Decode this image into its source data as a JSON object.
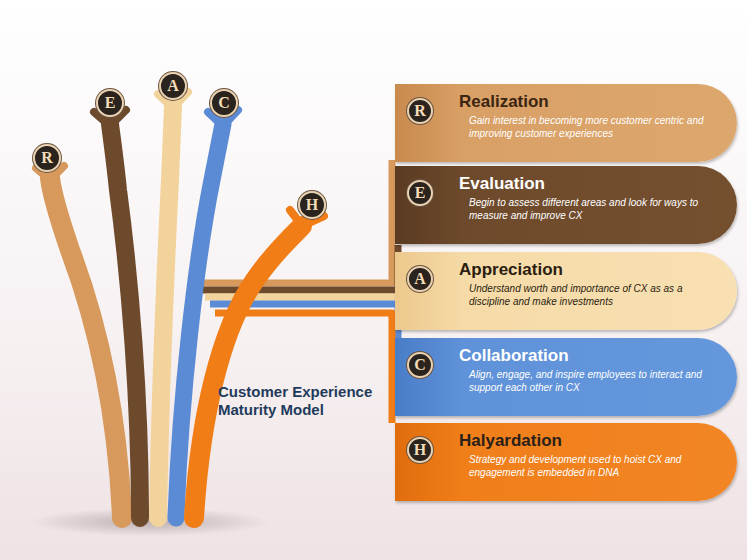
{
  "diagram": {
    "title": "Customer Experience Maturity Model",
    "nodes": [
      {
        "text": [
          "R"
        ]
      },
      {
        "text": [
          "E"
        ]
      },
      {
        "text": [
          "A"
        ]
      },
      {
        "text": [
          "C"
        ]
      },
      {
        "text": [
          "H"
        ]
      },
      {
        "text": [
          "Realization",
          "Gain interest in becoming more customer centric and improving customer experiences"
        ]
      },
      {
        "text": [
          "R"
        ],
        "in": 5
      },
      {
        "text": [
          "Evaluation",
          "Begin to assess different areas and look for ways to measure and improve CX"
        ]
      },
      {
        "text": [
          "E"
        ],
        "in": 7
      },
      {
        "text": [
          "Appreciation",
          "Understand worth and importance of CX as as a discipline and make investments"
        ]
      },
      {
        "text": [
          "A"
        ],
        "in": 9
      },
      {
        "text": [
          "Collaboration",
          "Align, engage, and inspire employees to interact and support each other in CX"
        ]
      },
      {
        "text": [
          "C"
        ],
        "in": 11
      },
      {
        "text": [
          "Halyardation",
          "Strategy and development used to hoist CX and engagement is embedded in DNA"
        ]
      },
      {
        "text": [
          "H"
        ],
        "in": 13
      }
    ]
  }
}
